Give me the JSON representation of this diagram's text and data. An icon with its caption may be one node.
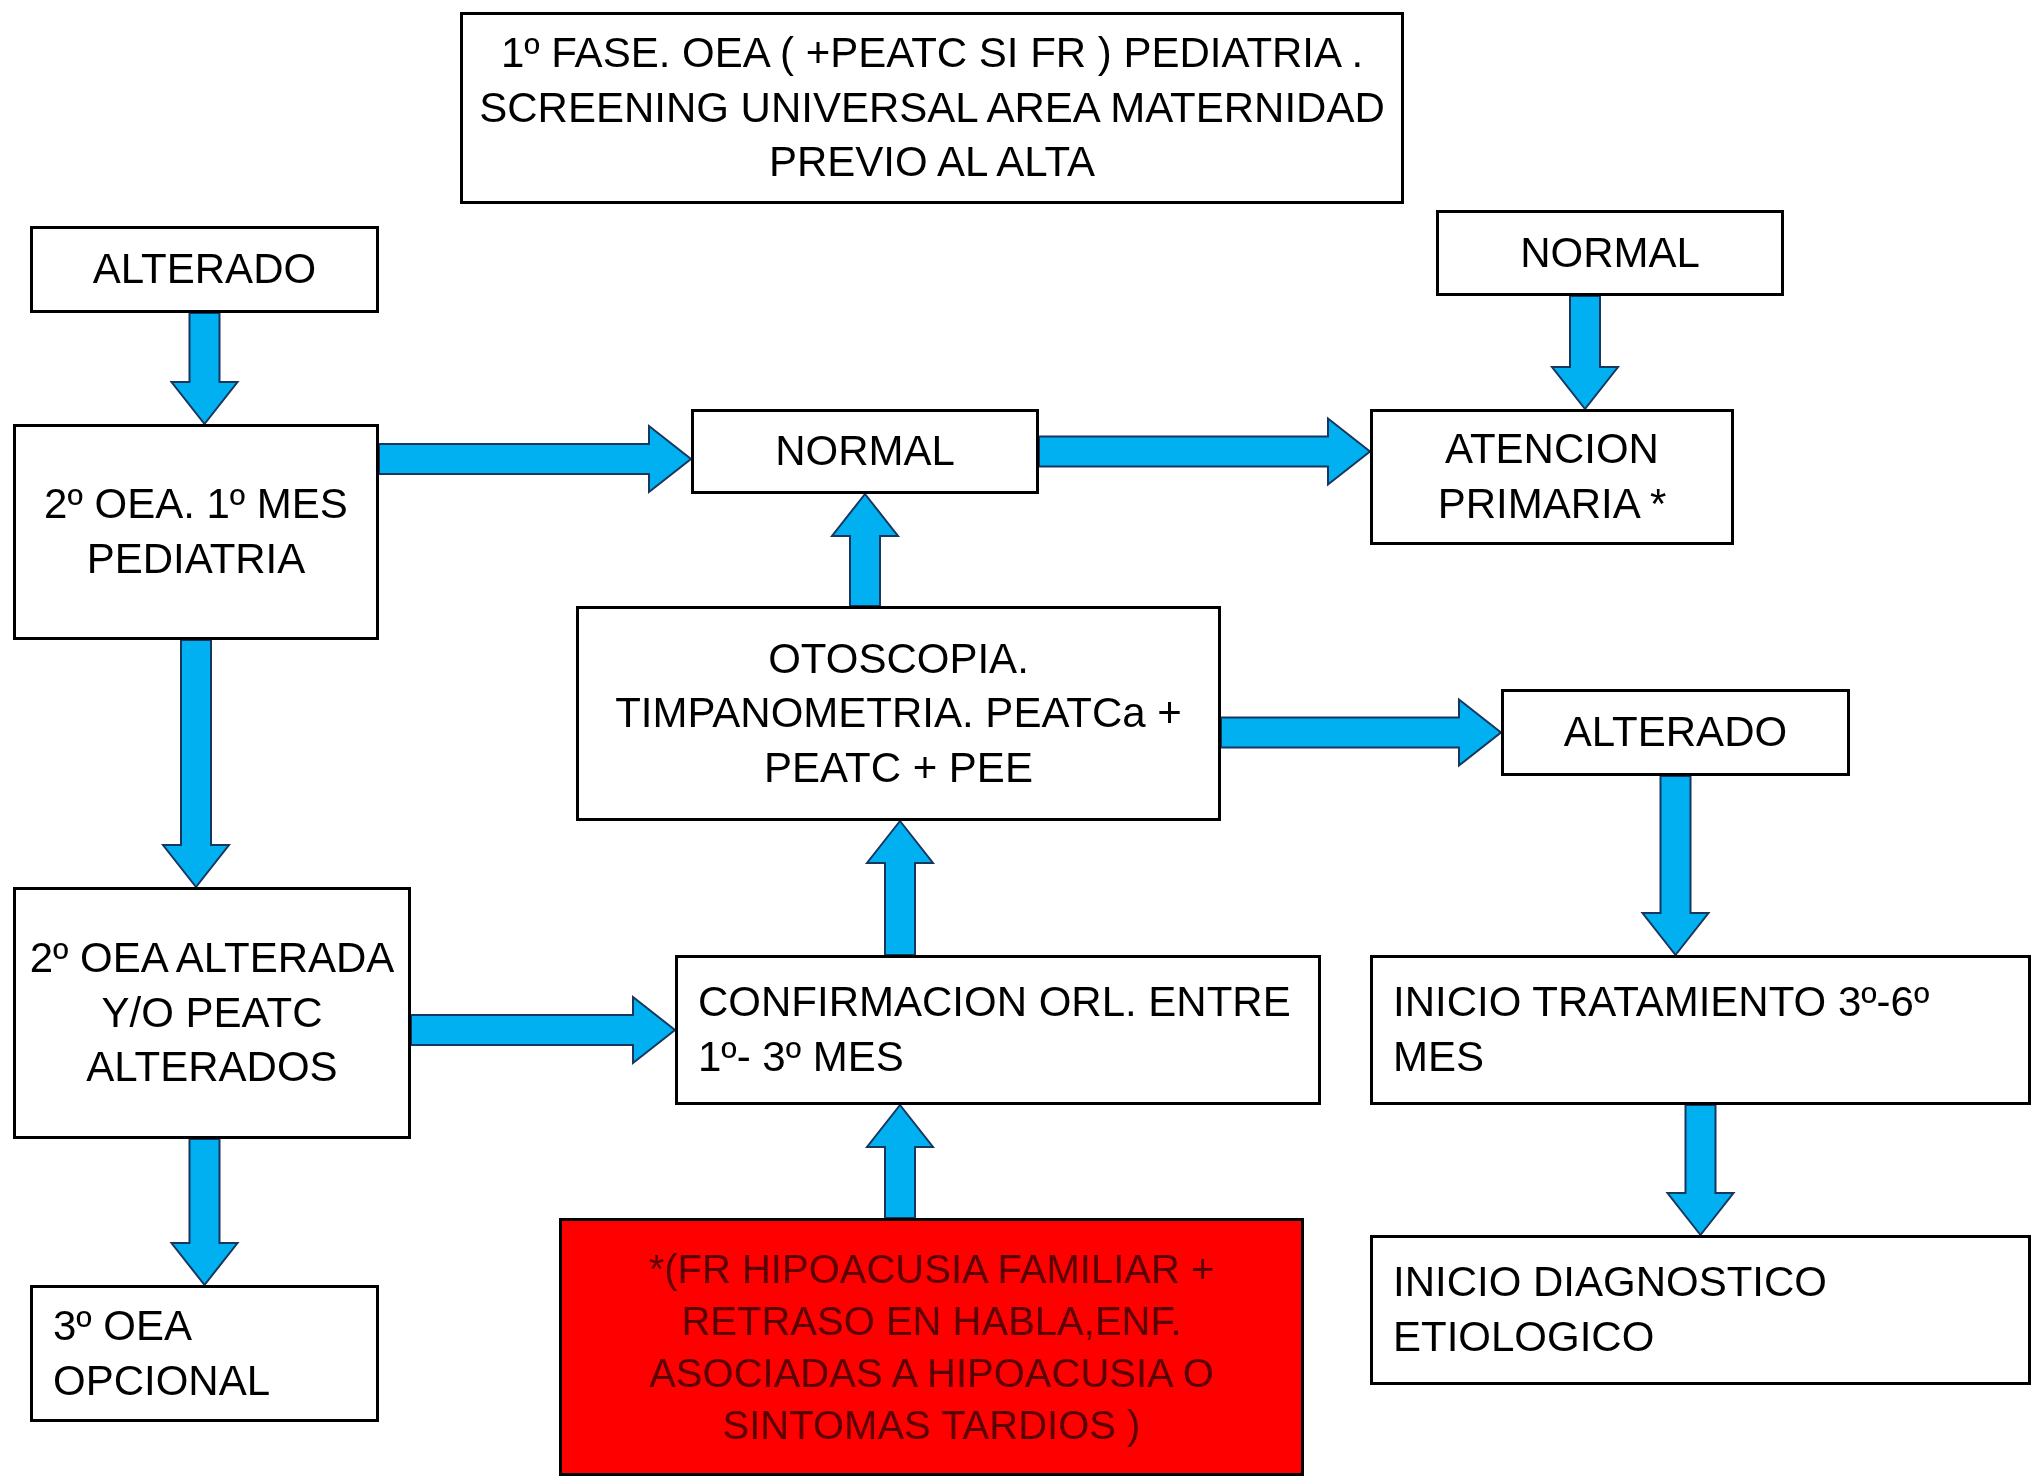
{
  "diagram": {
    "nodes": [
      {
        "text": [
          "1º FASE. OEA ( +PEATC SI FR ) PEDIATRIA . SCREENING UNIVERSAL AREA MATERNIDAD PREVIO AL ALTA"
        ]
      },
      {
        "text": [
          "ALTERADO"
        ]
      },
      {
        "text": [
          "NORMAL"
        ]
      },
      {
        "text": [
          "2º OEA. 1º MES PEDIATRIA"
        ]
      },
      {
        "text": [
          "NORMAL"
        ]
      },
      {
        "text": [
          "ATENCION PRIMARIA *"
        ]
      },
      {
        "text": [
          "OTOSCOPIA. TIMPANOMETRIA. PEATCa + PEATC + PEE"
        ]
      },
      {
        "text": [
          "ALTERADO"
        ]
      },
      {
        "text": [
          "2º OEA ALTERADA Y/O PEATC ALTERADOS"
        ]
      },
      {
        "text": [
          "CONFIRMACION ORL. ENTRE 1º- 3º MES"
        ]
      },
      {
        "text": [
          "INICIO TRATAMIENTO 3º-6º MES"
        ]
      },
      {
        "text": [
          "3º OEA OPCIONAL"
        ]
      },
      {
        "text": [
          "*(FR HIPOACUSIA FAMILIAR + RETRASO EN HABLA,ENF. ASOCIADAS A HIPOACUSIA O SINTOMAS TARDIOS )"
        ]
      },
      {
        "text": [
          "INICIO DIAGNOSTICO ETIOLOGICO"
        ]
      }
    ],
    "edges": [
      {
        "from": 1,
        "to": 3,
        "arrow": "to"
      },
      {
        "from": 3,
        "to": 4,
        "arrow": "to"
      },
      {
        "from": 4,
        "to": 5,
        "arrow": "to"
      },
      {
        "from": 2,
        "to": 5,
        "arrow": "to"
      },
      {
        "from": 6,
        "to": 4,
        "arrow": "to"
      },
      {
        "from": 6,
        "to": 7,
        "arrow": "to"
      },
      {
        "from": 3,
        "to": 8,
        "arrow": "to"
      },
      {
        "from": 8,
        "to": 9,
        "arrow": "to"
      },
      {
        "from": 9,
        "to": 6,
        "arrow": "to"
      },
      {
        "from": 12,
        "to": 9,
        "arrow": "to"
      },
      {
        "from": 7,
        "to": 10,
        "arrow": "to"
      },
      {
        "from": 10,
        "to": 13,
        "arrow": "to"
      },
      {
        "from": 8,
        "to": 11,
        "arrow": "to"
      }
    ]
  }
}
